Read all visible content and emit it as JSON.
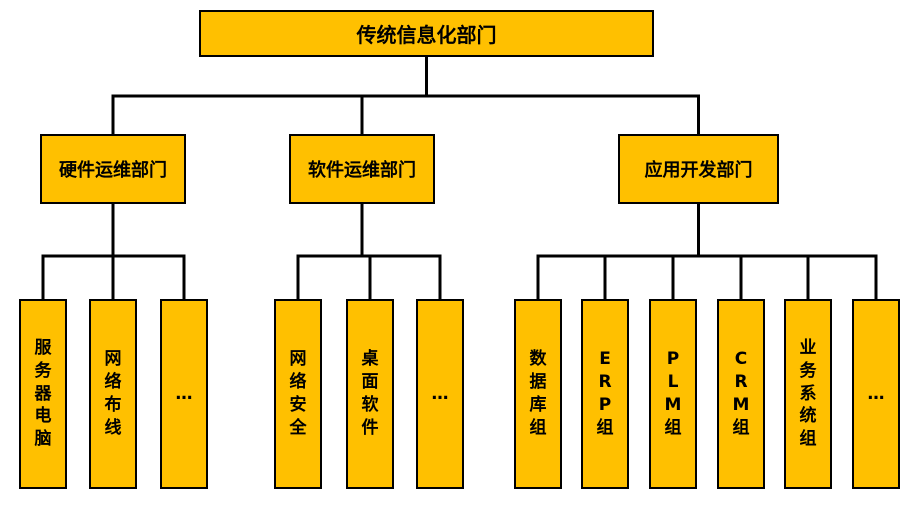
{
  "root": {
    "label": "传统信息化部门"
  },
  "departments": [
    {
      "label": "硬件运维部门",
      "children": [
        [
          "服",
          "务",
          "器",
          "电",
          "脑"
        ],
        [
          "网",
          "络",
          "布",
          "线"
        ],
        [
          "…"
        ]
      ]
    },
    {
      "label": "软件运维部门",
      "children": [
        [
          "网",
          "络",
          "安",
          "全"
        ],
        [
          "桌",
          "面",
          "软",
          "件"
        ],
        [
          "…"
        ]
      ]
    },
    {
      "label": "应用开发部门",
      "children": [
        [
          "数",
          "据",
          "库",
          "组"
        ],
        [
          "E",
          "R",
          "P",
          "组"
        ],
        [
          "P",
          "L",
          "M",
          "组"
        ],
        [
          "C",
          "R",
          "M",
          "组"
        ],
        [
          "业",
          "务",
          "系",
          "统",
          "组"
        ],
        [
          "…"
        ]
      ]
    }
  ],
  "colors": {
    "box_fill": "#FFC000",
    "border": "#000000"
  }
}
